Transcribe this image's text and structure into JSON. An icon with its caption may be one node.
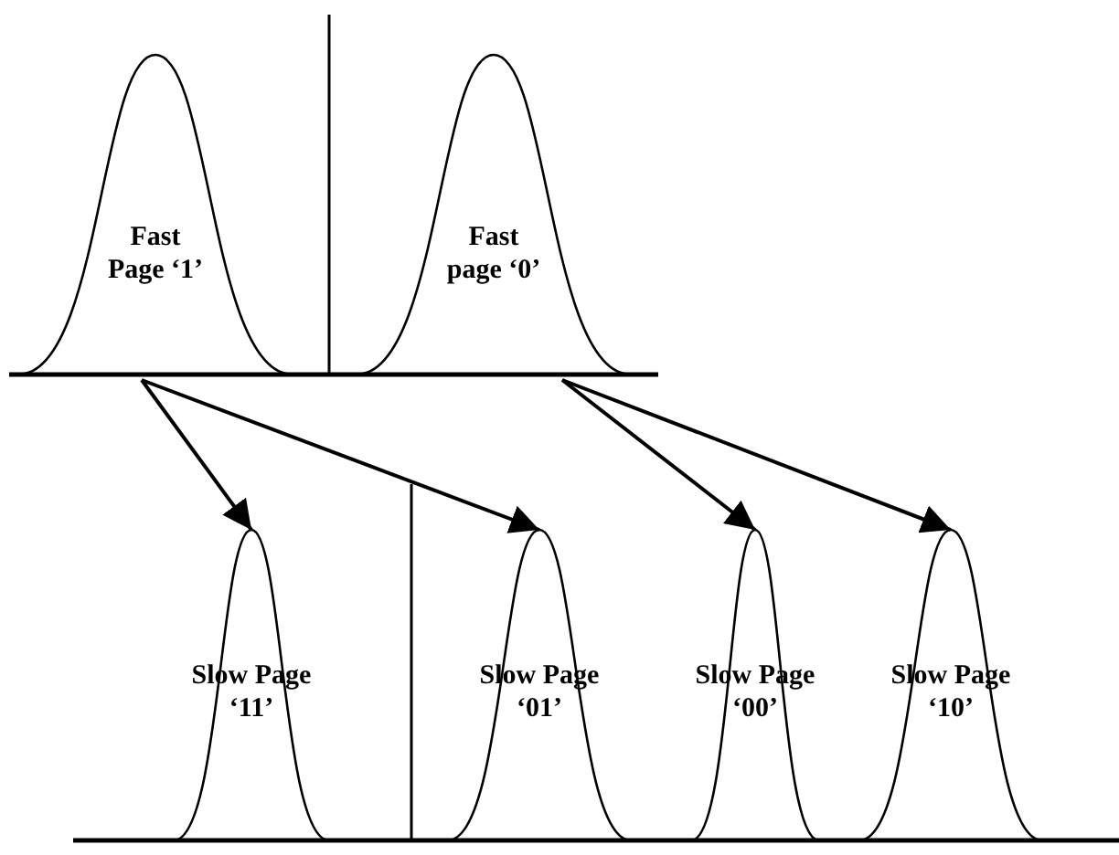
{
  "diagram": {
    "nodes": [
      {
        "text": [
          "Fast Page ‘1’"
        ]
      },
      {
        "text": [
          "Fast page ‘0’"
        ]
      },
      {
        "text": [
          "Slow Page ‘11’"
        ]
      },
      {
        "text": [
          "Slow Page ‘01’"
        ]
      },
      {
        "text": [
          "Slow Page ‘00’"
        ]
      },
      {
        "text": [
          "Slow Page ‘10’"
        ]
      }
    ],
    "edges": [
      {
        "from": 0,
        "to": 2,
        "arrow": "to"
      },
      {
        "from": 0,
        "to": 3,
        "arrow": "to"
      },
      {
        "from": 1,
        "to": 4,
        "arrow": "to"
      },
      {
        "from": 1,
        "to": 5,
        "arrow": "to"
      }
    ]
  }
}
